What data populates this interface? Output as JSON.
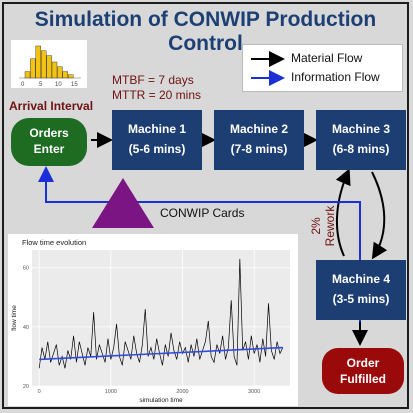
{
  "title": "Simulation of CONWIP Production Control",
  "legend": {
    "items": [
      {
        "label": "Material Flow",
        "color": "#000000"
      },
      {
        "label": "Information Flow",
        "color": "#1a2fd6"
      }
    ]
  },
  "histogram": {
    "tick_labels": [
      "0",
      "5",
      "10",
      "15"
    ],
    "bar_heights": [
      0.2,
      0.6,
      1.0,
      0.85,
      0.7,
      0.5,
      0.35,
      0.2,
      0.1
    ],
    "color": "#f2c313"
  },
  "arrival_label": "Arrival Interval",
  "breakdown": {
    "mtbf": "MTBF = 7 days",
    "mttr": "MTTR = 20 mins"
  },
  "orders_enter": {
    "line1": "Orders",
    "line2": "Enter",
    "color": "#1e6b22"
  },
  "machines": [
    {
      "name": "Machine 1",
      "time": "(5-6 mins)"
    },
    {
      "name": "Machine 2",
      "time": "(7-8 mins)"
    },
    {
      "name": "Machine 3",
      "time": "(6-8 mins)"
    },
    {
      "name": "Machine 4",
      "time": "(3-5 mins)"
    }
  ],
  "rework_label": "2% Rework",
  "conwip_label": "CONWIP Cards",
  "conwip_color": "#7b1584",
  "order_fulfilled": {
    "line1": "Order",
    "line2": "Fulfilled",
    "color": "#9a0a0a"
  },
  "chart_data": {
    "type": "line",
    "title": "Flow time evolution",
    "xlabel": "simulation time",
    "ylabel": "flow time",
    "xlim": [
      -100,
      3500
    ],
    "ylim": [
      20,
      66
    ],
    "xticks": [
      0,
      1000,
      2000,
      3000
    ],
    "yticks": [
      20,
      40,
      60
    ],
    "series": [
      {
        "color": "#000000",
        "x": [
          0,
          40,
          80,
          120,
          160,
          200,
          240,
          280,
          320,
          360,
          400,
          440,
          480,
          520,
          560,
          600,
          640,
          680,
          720,
          760,
          800,
          840,
          880,
          920,
          960,
          1000,
          1040,
          1080,
          1120,
          1160,
          1200,
          1240,
          1280,
          1320,
          1360,
          1400,
          1440,
          1480,
          1520,
          1560,
          1600,
          1640,
          1680,
          1720,
          1760,
          1800,
          1840,
          1880,
          1920,
          1960,
          2000,
          2040,
          2080,
          2120,
          2160,
          2200,
          2240,
          2280,
          2320,
          2360,
          2400,
          2440,
          2480,
          2520,
          2560,
          2600,
          2640,
          2680,
          2720,
          2760,
          2800,
          2840,
          2880,
          2920,
          2960,
          3000,
          3040,
          3080,
          3120,
          3160,
          3200,
          3240,
          3280,
          3320,
          3360,
          3400
        ],
        "y": [
          26,
          33,
          29,
          35,
          28,
          31,
          34,
          27,
          30,
          26,
          32,
          29,
          37,
          28,
          35,
          31,
          27,
          33,
          30,
          45,
          29,
          34,
          31,
          28,
          36,
          29,
          33,
          41,
          30,
          27,
          35,
          32,
          29,
          37,
          31,
          28,
          34,
          46,
          30,
          33,
          29,
          36,
          31,
          27,
          34,
          30,
          38,
          32,
          29,
          35,
          31,
          33,
          28,
          34,
          30,
          36,
          29,
          32,
          35,
          42,
          30,
          28,
          34,
          31,
          37,
          29,
          33,
          49,
          30,
          27,
          63,
          32,
          35,
          29,
          37,
          31,
          34,
          28,
          36,
          30,
          48,
          32,
          29,
          35,
          31,
          33
        ]
      },
      {
        "color": "#2f4de0",
        "x": [
          0,
          3400
        ],
        "y": [
          29,
          33
        ]
      }
    ]
  }
}
